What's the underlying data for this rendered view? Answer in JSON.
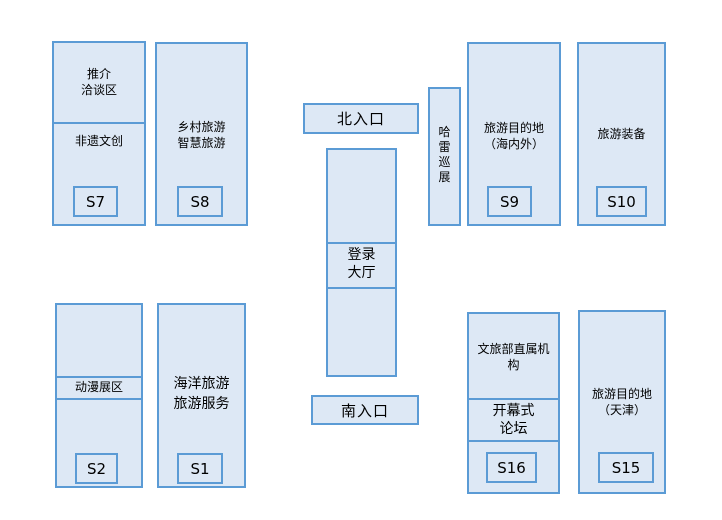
{
  "booths": {
    "s7": {
      "code": "S7",
      "zone_a": "推介\n洽谈区",
      "zone_b": "非遗文创"
    },
    "s8": {
      "code": "S8",
      "name": "乡村旅游\n智慧旅游"
    },
    "s9": {
      "code": "S9",
      "name": "旅游目的地\n（海内外）"
    },
    "s10": {
      "code": "S10",
      "name": "旅游装备"
    },
    "s2": {
      "code": "S2",
      "name": "动漫展区"
    },
    "s1": {
      "code": "S1",
      "name": "海洋旅游\n旅游服务"
    },
    "s16": {
      "code": "S16",
      "name": "文旅部直属机\n构",
      "forum": "开幕式\n论坛"
    },
    "s15": {
      "code": "S15",
      "name": "旅游目的地\n（天津）"
    }
  },
  "harbin": {
    "name": "哈\n雷\n巡\n展"
  },
  "hall": {
    "name": "登录\n大厅"
  },
  "entrances": {
    "north": "北入口",
    "south": "南入口"
  }
}
